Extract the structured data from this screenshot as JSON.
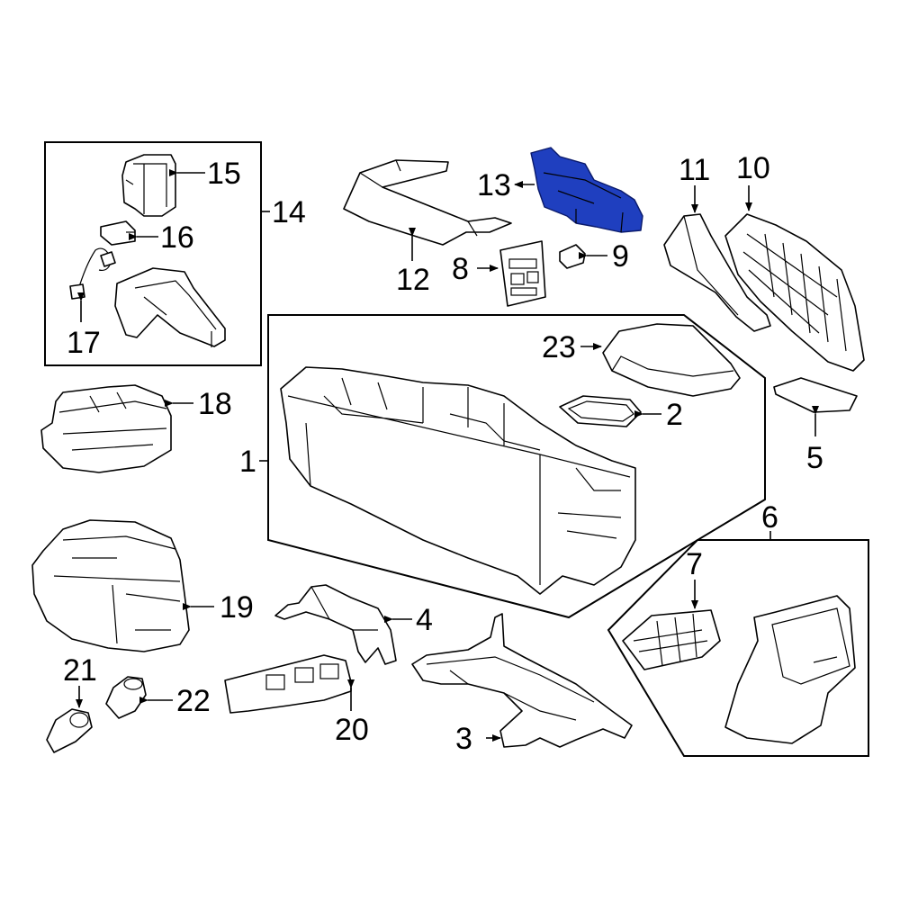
{
  "highlight_color": "#1f3fbf",
  "callouts": {
    "c1": "1",
    "c2": "2",
    "c3": "3",
    "c4": "4",
    "c5": "5",
    "c6": "6",
    "c7": "7",
    "c8": "8",
    "c9": "9",
    "c10": "10",
    "c11": "11",
    "c12": "12",
    "c13": "13",
    "c14": "14",
    "c15": "15",
    "c16": "16",
    "c17": "17",
    "c18": "18",
    "c19": "19",
    "c20": "20",
    "c21": "21",
    "c22": "22",
    "c23": "23"
  },
  "highlighted_part": "13"
}
